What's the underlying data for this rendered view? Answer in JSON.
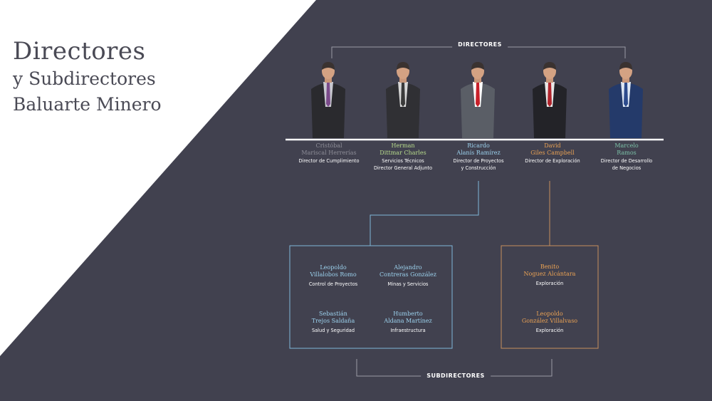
{
  "title": {
    "line1": "Directores",
    "line2": "y Subdirectores",
    "line3": "Baluarte Minero"
  },
  "labels": {
    "directors": "DIRECTORES",
    "subdirectors": "SUBDIRECTORES"
  },
  "colors": {
    "background": "#41414f",
    "white_panel": "#ffffff",
    "title": "#4a4a55",
    "gray_name": "#8e8e98",
    "green_name": "#b8dc8c",
    "blue_name": "#9cd2ee",
    "orange_name": "#eaa254",
    "teal_name": "#7cc2a8",
    "blue_box": "#7fb6d8",
    "orange_box": "#c8905c"
  },
  "directors": [
    {
      "name_line1": "Cristóbal",
      "name_line2": "Mariscal Herrerías",
      "role_line1": "Director de Cumplimiento",
      "role_line2": "",
      "name_color": "#8e8e98"
    },
    {
      "name_line1": "Herman",
      "name_line2": "Dittmar Charles",
      "role_line1": "Servicios Técnicos",
      "role_line2": "Director General Adjunto",
      "name_color": "#b8dc8c"
    },
    {
      "name_line1": "Ricardo",
      "name_line2": "Alanís Ramírez",
      "role_line1": "Director de Proyectos",
      "role_line2": "y Construcción",
      "name_color": "#9cd2ee"
    },
    {
      "name_line1": "David",
      "name_line2": "Giles Campbell",
      "role_line1": "Director de Exploración",
      "role_line2": "",
      "name_color": "#eaa254"
    },
    {
      "name_line1": "Marcelo",
      "name_line2": "Ramos",
      "role_line1": "Director de Desarrollo",
      "role_line2": "de Negocios",
      "name_color": "#7cc2a8"
    }
  ],
  "subdirectors_blue": [
    {
      "name_line1": "Leopoldo",
      "name_line2": "Villalobos Romo",
      "role": "Control de Proyectos"
    },
    {
      "name_line1": "Alejandro",
      "name_line2": "Contreras González",
      "role": "Minas y Servicios"
    },
    {
      "name_line1": "Sebastián",
      "name_line2": "Trejos Saldaña",
      "role": "Salud y Seguridad"
    },
    {
      "name_line1": "Humberto",
      "name_line2": "Aldana Martínez",
      "role": "Infraestructura"
    }
  ],
  "subdirectors_orange": [
    {
      "name_line1": "Benito",
      "name_line2": "Noguez Alcántara",
      "role": "Exploración"
    },
    {
      "name_line1": "Leopoldo",
      "name_line2": "González Villalvaso",
      "role": "Exploración"
    }
  ],
  "portraits": [
    {
      "tie": "#7a4a8a",
      "shirt": "#c8c8d0",
      "suit": "#2a2a2e"
    },
    {
      "tie": "#3a3a3a",
      "shirt": "#d8d8d8",
      "suit": "#303034"
    },
    {
      "tie": "#c8202a",
      "shirt": "#ffffff",
      "suit": "#5a5e66"
    },
    {
      "tie": "#b0242c",
      "shirt": "#e8e8e8",
      "suit": "#232328"
    },
    {
      "tie": "#2c4a8c",
      "shirt": "#dfe8f4",
      "suit": "#243a6a"
    }
  ]
}
